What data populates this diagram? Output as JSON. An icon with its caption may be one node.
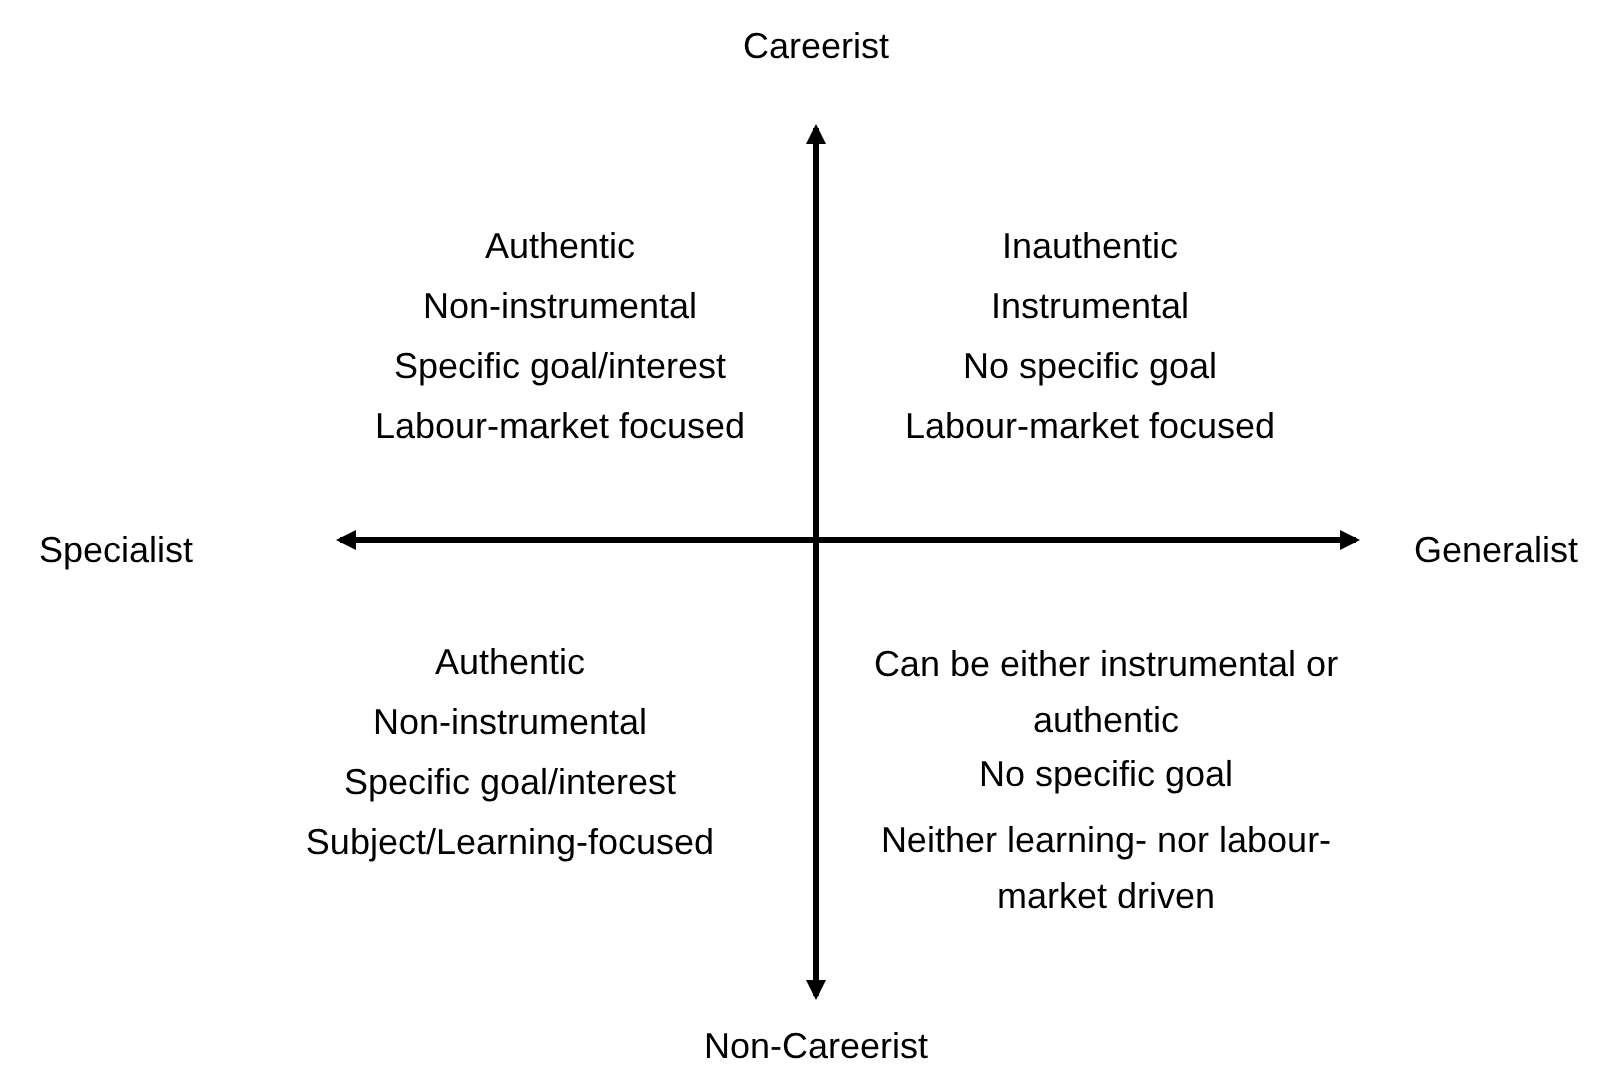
{
  "diagram": {
    "labels": [
      "Careerist",
      "Authentic",
      "Non-instrumental",
      "Specific goal/interest",
      "Labour-market focused",
      "Inauthentic",
      "Instrumental",
      "No specific goal",
      "Labour-market focused",
      "Specialist",
      "Generalist",
      "Authentic",
      "Non-instrumental",
      "Specific goal/interest",
      "Subject/Learning-focused",
      "Can be either instrumental or authentic",
      "No specific goal",
      "Neither learning- nor labour-market driven",
      "Non-Careerist"
    ]
  }
}
